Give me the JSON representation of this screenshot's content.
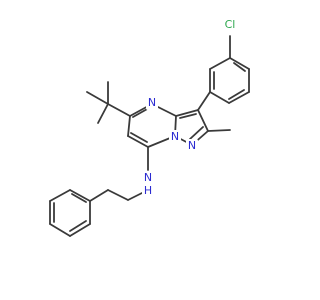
{
  "molecule": {
    "atoms": {
      "cl": {
        "text": "Cl",
        "color": "#2fa84f"
      },
      "n_ring": {
        "text": "N",
        "color": "#2b2bd1"
      },
      "n_bridge": {
        "text": "N",
        "color": "#2b2bd1"
      },
      "n_pyrazole": {
        "text": "N",
        "color": "#2b2bd1"
      },
      "nh_n": {
        "text": "N",
        "color": "#2b2bd1"
      },
      "nh_h": {
        "text": "H",
        "color": "#2b2bd1"
      }
    }
  }
}
